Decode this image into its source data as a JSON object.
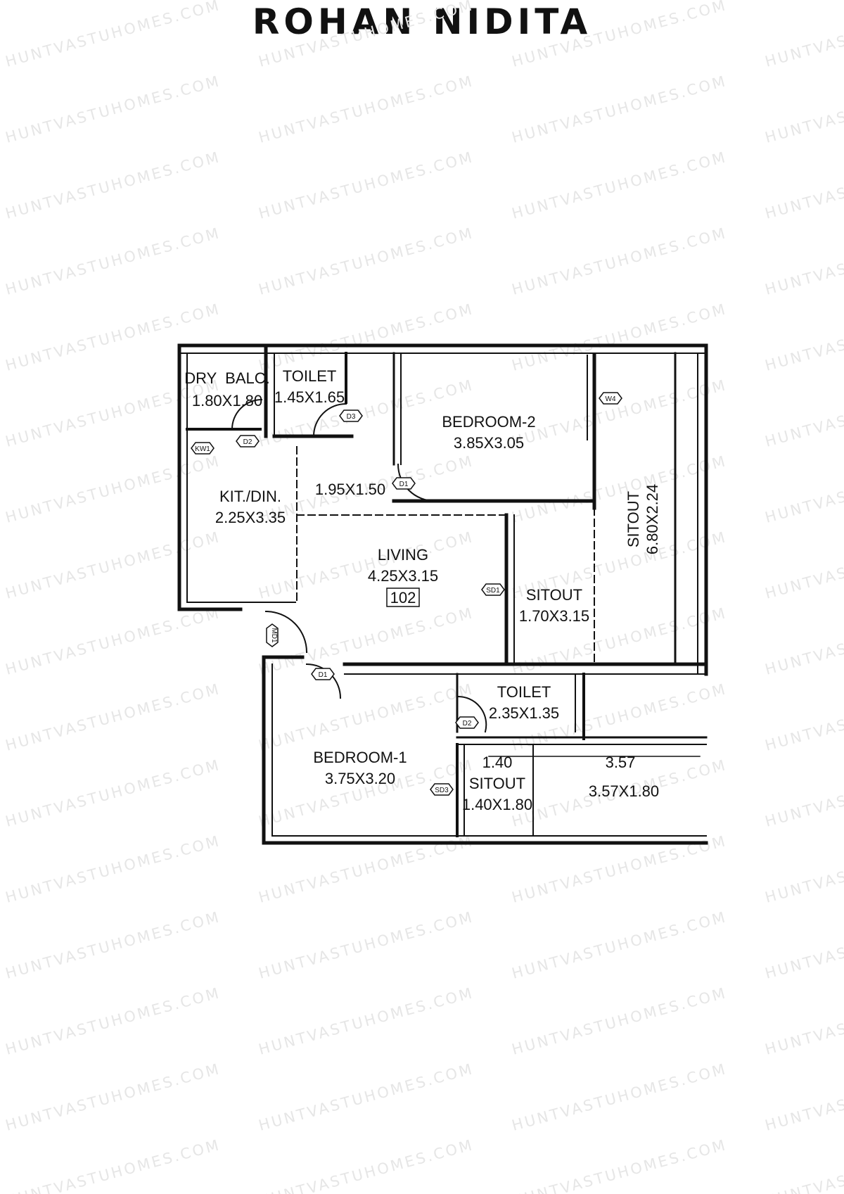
{
  "project": {
    "title": "ROHAN NIDITA"
  },
  "watermark": {
    "text": "HUNTVASTUHOMES.COM"
  },
  "rooms": {
    "dry_balcony": {
      "name": "DRY  BALC.",
      "size": "1.80X1.80"
    },
    "toilet_top": {
      "name": "TOILET",
      "size": "1.45X1.65"
    },
    "passage": {
      "size": "1.95X1.50"
    },
    "bedroom_2": {
      "name": "BEDROOM-2",
      "size": "3.85X3.05"
    },
    "kitchen_dining": {
      "name": "KIT./DIN.",
      "size": "2.25X3.35"
    },
    "living": {
      "name": "LIVING",
      "size": "4.25X3.15",
      "unit_no": "102"
    },
    "sitout_middle": {
      "name": "SITOUT",
      "size": "1.70X3.15"
    },
    "sitout_right": {
      "name": "SITOUT",
      "size": "6.80X2.24"
    },
    "bedroom_1": {
      "name": "BEDROOM-1",
      "size": "3.75X3.20"
    },
    "toilet_bottom": {
      "name": "TOILET",
      "size": "2.35X1.35"
    },
    "sitout_bottom": {
      "name": "SITOUT",
      "size": "1.40X1.80",
      "dim": "1.40"
    },
    "bottom_right": {
      "size": "3.57X1.80",
      "dim": "3.57"
    }
  },
  "openings": {
    "w4": "W4",
    "d3": "D3",
    "kw1": "KW1",
    "d2_kitchen": "D2",
    "d1_bedroom2": "D1",
    "md1": "MD1",
    "sd1": "SD1",
    "d1_bedroom1": "D1",
    "d2_toilet": "D2",
    "sd3": "SD3"
  }
}
